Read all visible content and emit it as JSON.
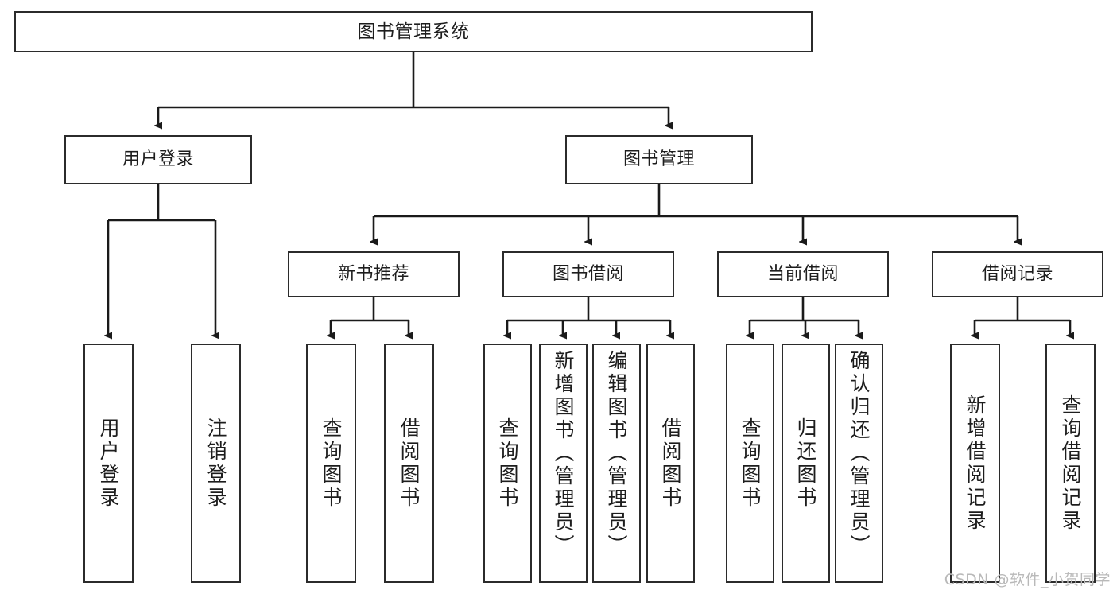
{
  "diagram": {
    "type": "tree",
    "title": "图书管理系统",
    "orientation": "top-down",
    "colors": {
      "box_border": "#2b2b2b",
      "box_fill": "#ffffff",
      "connector": "#1a1a1a",
      "text": "#1d1d1d",
      "watermark": "#b9b9b9"
    },
    "root": {
      "label": "图书管理系统"
    },
    "level2": [
      {
        "id": "user-login",
        "label": "用户登录"
      },
      {
        "id": "book-manage",
        "label": "图书管理"
      }
    ],
    "level3": [
      {
        "id": "new-book-recommend",
        "label": "新书推荐",
        "parent": "book-manage"
      },
      {
        "id": "book-borrow",
        "label": "图书借阅",
        "parent": "book-manage"
      },
      {
        "id": "current-borrow",
        "label": "当前借阅",
        "parent": "book-manage"
      },
      {
        "id": "borrow-record",
        "label": "借阅记录",
        "parent": "book-manage"
      }
    ],
    "leaves": {
      "user-login": [
        {
          "id": "leaf-user-login",
          "label": "用户登录"
        },
        {
          "id": "leaf-user-logout",
          "label": "注销登录"
        }
      ],
      "new-book-recommend": [
        {
          "id": "leaf-query-book-1",
          "label": "查询图书"
        },
        {
          "id": "leaf-borrow-book-1",
          "label": "借阅图书"
        }
      ],
      "book-borrow": [
        {
          "id": "leaf-query-book-2",
          "label": "查询图书"
        },
        {
          "id": "leaf-add-book",
          "label": "新增图书（管理员）"
        },
        {
          "id": "leaf-edit-book",
          "label": "编辑图书（管理员）"
        },
        {
          "id": "leaf-borrow-book-2",
          "label": "借阅图书"
        }
      ],
      "current-borrow": [
        {
          "id": "leaf-query-book-3",
          "label": "查询图书"
        },
        {
          "id": "leaf-return-book",
          "label": "归还图书"
        },
        {
          "id": "leaf-confirm-return",
          "label": "确认归还（管理员）"
        }
      ],
      "borrow-record": [
        {
          "id": "leaf-add-record",
          "label": "新增借阅记录"
        },
        {
          "id": "leaf-query-record",
          "label": "查询借阅记录"
        }
      ]
    }
  },
  "watermark": {
    "text": "CSDN @软件_小贺同学"
  }
}
